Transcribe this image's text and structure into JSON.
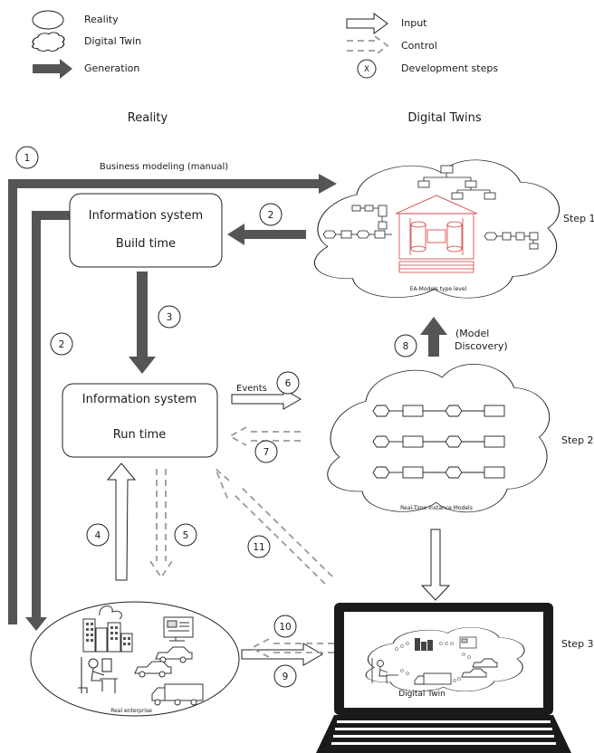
{
  "legend": {
    "reality": "Reality",
    "digital_twin": "Digital Twin",
    "generation": "Generation",
    "input": "Input",
    "control": "Control",
    "development_steps": "Development steps",
    "steps_marker": "X"
  },
  "columns": {
    "reality": "Reality",
    "digital_twins": "Digital Twins"
  },
  "boxes": {
    "build_time": {
      "title": "Information system",
      "subtitle": "Build time"
    },
    "run_time": {
      "title": "Information system",
      "subtitle": "Run time"
    }
  },
  "clouds": {
    "type_level": "EA-Models type level",
    "instance": "Real-Time Instance Models",
    "laptop_twin": "Digital Twin",
    "enterprise": "Real enterprise"
  },
  "labels": {
    "business_modeling": "Business modeling (manual)",
    "events": "Events",
    "model": "(Model",
    "discovery": "Discovery)"
  },
  "steps": {
    "step1": "Step 1",
    "step2": "Step 2",
    "step3": "Step 3"
  },
  "numbers": [
    "1",
    "2",
    "2",
    "3",
    "4",
    "5",
    "6",
    "7",
    "8",
    "9",
    "10",
    "11"
  ],
  "colors": {
    "generation": "#555555",
    "control": "#9a9a9a",
    "accent_red": "#d23a3a"
  }
}
